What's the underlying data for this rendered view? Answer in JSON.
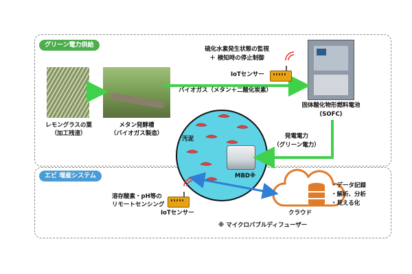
{
  "green_power": {
    "badge": "グリーン電力供給",
    "monitor_line1": "硫化水素発生状態の監視",
    "monitor_line2": "＋ 検知時の停止制御",
    "iot_sensor_label": "IoTセンサー",
    "biogas_label": "バイオガス（メタン＋二酸化炭素）",
    "lemongrass_line1": "レモングラスの葉",
    "lemongrass_line2": "（加工残渣）",
    "methane_line1": "メタン発酵槽",
    "methane_line2": "（バイオガス製造）",
    "sofc_line1": "固体酸化物形燃料電池",
    "sofc_line2": "(SOFC)",
    "power_line1": "発電電力",
    "power_line2": "（グリーン電力）"
  },
  "shrimp": {
    "badge": "エビ 増産システム",
    "sludge_label": "汚泥",
    "mbd_label": "MBD※",
    "sensing_line1": "溶存酸素・pH等の",
    "sensing_line2": "リモートセンシング",
    "iot_sensor_label": "IoTセンサー",
    "cloud_label": "クラウド",
    "bullets": [
      "・データ記録",
      "・解析、分析",
      "・見える化"
    ],
    "footnote": "※ マイクロバブルディフューザー"
  },
  "colors": {
    "arrow_green": "#3fd14a",
    "arrow_blue": "#2f7fd6",
    "pond": "#5fd3e6",
    "cloud": "#e07b2a",
    "badge_blue": "#4a9cd6",
    "badge_green": "#4cae4c"
  }
}
